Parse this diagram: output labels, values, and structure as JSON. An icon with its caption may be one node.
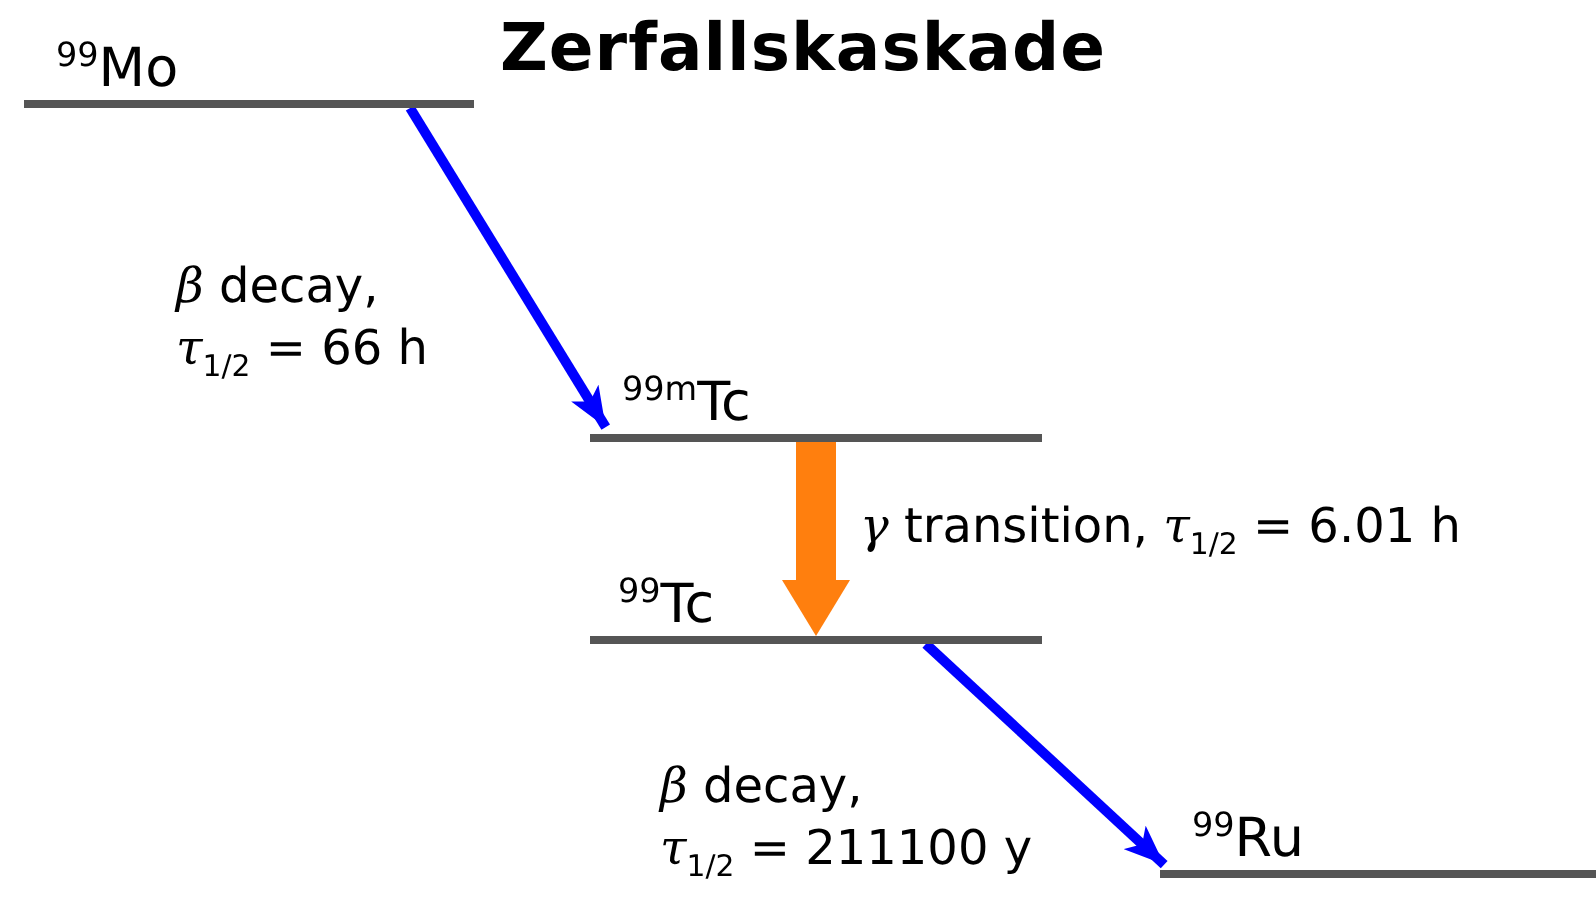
{
  "diagram": {
    "title": "Zerfallskaskade",
    "nodes": [
      {
        "text": [
          "$^{99}$Mo"
        ]
      },
      {
        "text": [
          "$^{99m}$Tc"
        ]
      },
      {
        "text": [
          "$^{99}$Tc"
        ]
      },
      {
        "text": [
          "$^{99}$Ru"
        ]
      }
    ],
    "edges": [
      {
        "from": 0,
        "to": 1,
        "arrow": "to",
        "label": "*β* decay, *τ*$_{1/2}$ = 66 h"
      },
      {
        "from": 1,
        "to": 2,
        "arrow": "to",
        "label": "*γ* transition, *τ*$_{1/2}$ = 6.01 h",
        "style": "thick",
        "color": "#ff7f0e"
      },
      {
        "from": 2,
        "to": 3,
        "arrow": "to",
        "label": "*β* decay, *τ*$_{1/2}$ = 211100 y"
      }
    ]
  }
}
